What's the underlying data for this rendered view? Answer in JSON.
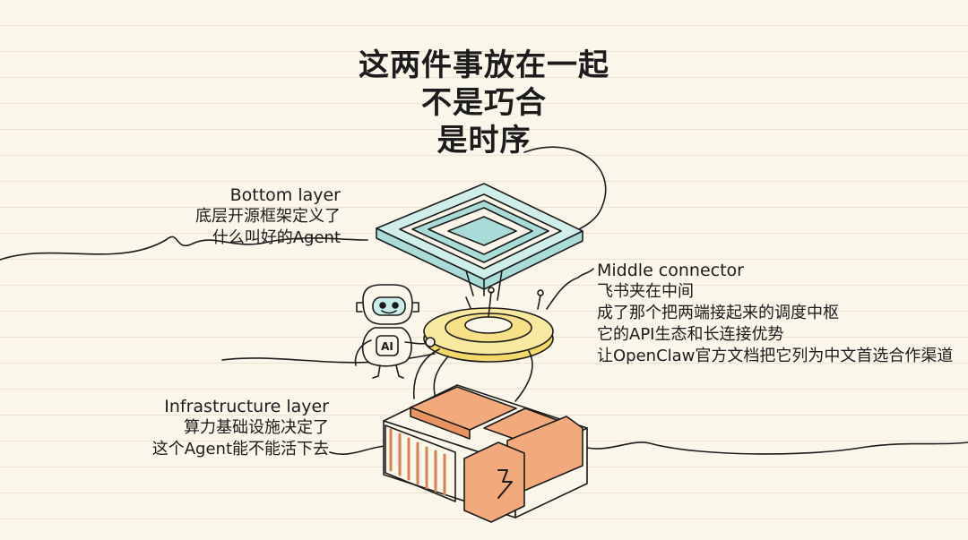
{
  "title": {
    "line1": "这两件事放在一起",
    "line2": "不是巧合",
    "line3": "是时序"
  },
  "bottom_layer": {
    "heading": "Bottom layer",
    "line1": "底层开源框架定义了",
    "line2": "什么叫好的Agent"
  },
  "middle_connector": {
    "heading": "Middle connector",
    "line1": "飞书夹在中间",
    "line2": "成了那个把两端接起来的调度中枢",
    "line3": "它的API生态和长连接优势",
    "line4": "让OpenClaw官方文档把它列为中文首选合作渠道"
  },
  "infrastructure_layer": {
    "heading": "Infrastructure layer",
    "line1": "算力基础设施决定了",
    "line2": "这个Agent能不能活下去"
  },
  "robot": {
    "badge": "AI"
  },
  "colors": {
    "teal": "#a9dcd9",
    "yellow": "#f8e9a0",
    "orange": "#f2a97c",
    "ink": "#1c1c1c",
    "paper": "#fbf6ea"
  }
}
